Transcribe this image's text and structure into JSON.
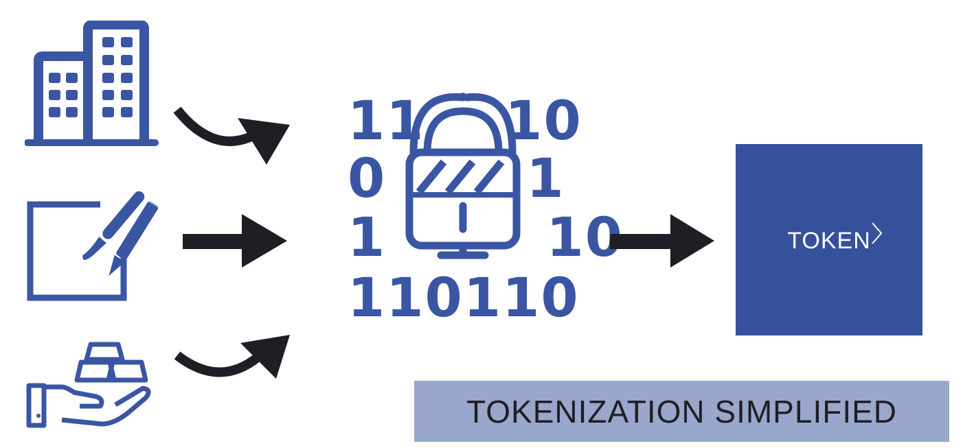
{
  "colors": {
    "icon_blue": "#3a56a3",
    "token_blue": "#36519c",
    "caption_bar": "#9aa7cc",
    "arrow": "#1e1e24"
  },
  "inputs": [
    {
      "icon": "building-icon"
    },
    {
      "icon": "art-tools-icon"
    },
    {
      "icon": "gold-bars-hand-icon"
    }
  ],
  "binary": {
    "rows": [
      "11    10",
      "0       1",
      "1        10",
      "110110"
    ]
  },
  "token": {
    "label": "TOKEN"
  },
  "caption": {
    "text": "TOKENIZATION SIMPLIFIED"
  }
}
